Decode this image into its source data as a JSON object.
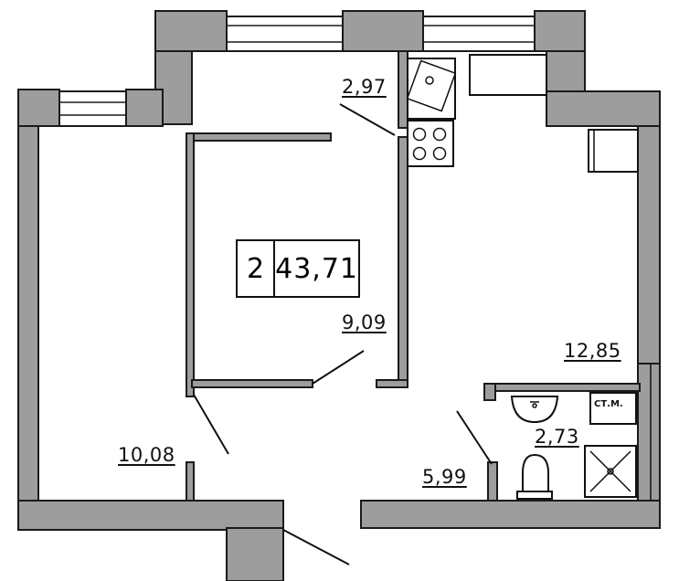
{
  "plan": {
    "room_count": "2",
    "total_area": "43,71",
    "rooms": {
      "kitchen_niche": "2,97",
      "bedroom": "9,09",
      "kitchen_living": "12,85",
      "living_room": "10,08",
      "hallway": "5,99",
      "bathroom": "2,73"
    },
    "washer_tag": "СТ.М."
  },
  "colors": {
    "wall": "#9d9d9d",
    "line": "#111111",
    "background": "#ffffff"
  }
}
